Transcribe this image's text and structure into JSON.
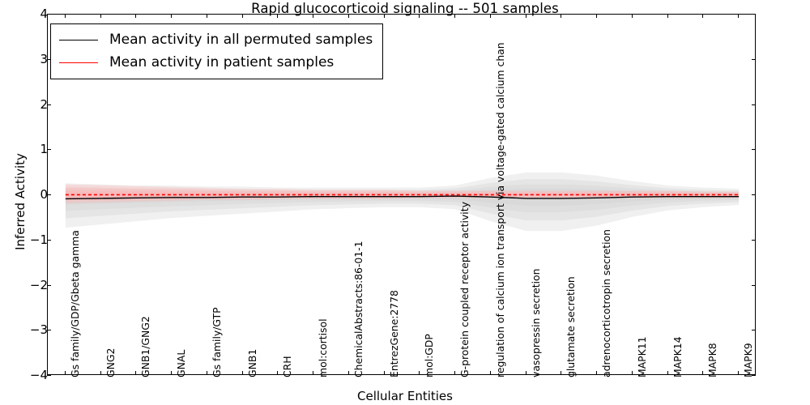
{
  "chart_data": {
    "type": "line",
    "title": "Rapid glucocorticoid signaling -- 501 samples",
    "xlabel": "Cellular Entities",
    "ylabel": "Inferred Activity",
    "ylim": [
      -4,
      4
    ],
    "yticks": [
      -4,
      -3,
      -2,
      -1,
      0,
      1,
      2,
      3,
      4
    ],
    "ytick_labels": [
      "−4",
      "−3",
      "−2",
      "−1",
      "0",
      "1",
      "2",
      "3",
      "4"
    ],
    "grid": false,
    "legend_position": "upper left",
    "legend": [
      {
        "label": "Mean activity in all permuted samples",
        "color": "#000000",
        "style": "solid"
      },
      {
        "label": "Mean activity in patient samples",
        "color": "#ff0000",
        "style": "solid"
      }
    ],
    "categories": [
      "Gs family/GDP/Gbeta gamma",
      "GNG2",
      "GNB1/GNG2",
      "GNAL",
      "Gs family/GTP",
      "GNB1",
      "CRH",
      "mol:cortisol",
      "ChemicalAbstracts:86-01-1",
      "EntrezGene:2778",
      "mol:GDP",
      "G-protein coupled receptor activity",
      "regulation of calcium ion transport via voltage-gated calcium chan",
      "vasopressin secretion",
      "glutamate secretion",
      "adrenocorticotropin secretion",
      "MAPK11",
      "MAPK14",
      "MAPK8",
      "MAPK9"
    ],
    "series": [
      {
        "name": "Mean activity in all permuted samples",
        "color": "#000000",
        "values": [
          -0.08,
          -0.07,
          -0.06,
          -0.05,
          -0.05,
          -0.04,
          -0.04,
          -0.03,
          -0.03,
          -0.03,
          -0.03,
          -0.02,
          -0.04,
          -0.07,
          -0.07,
          -0.06,
          -0.04,
          -0.03,
          -0.03,
          -0.03
        ],
        "band_lower": [
          -0.3,
          -0.27,
          -0.24,
          -0.21,
          -0.19,
          -0.17,
          -0.15,
          -0.13,
          -0.12,
          -0.11,
          -0.11,
          -0.13,
          -0.24,
          -0.33,
          -0.33,
          -0.28,
          -0.2,
          -0.14,
          -0.11,
          -0.09
        ],
        "band_upper": [
          0.11,
          0.1,
          0.09,
          0.09,
          0.08,
          0.08,
          0.07,
          0.07,
          0.07,
          0.07,
          0.07,
          0.09,
          0.16,
          0.21,
          0.21,
          0.18,
          0.13,
          0.09,
          0.07,
          0.06
        ],
        "band_color": "#cccccc"
      },
      {
        "name": "Mean activity in patient samples",
        "color": "#ff0000",
        "values": [
          0.01,
          0.01,
          0.01,
          0.01,
          0.01,
          0.01,
          0.01,
          0.01,
          0.01,
          0.01,
          0.01,
          0.01,
          0.01,
          0.01,
          0.01,
          0.01,
          0.01,
          0.01,
          0.01,
          0.01
        ],
        "band_lower": [
          -0.09,
          -0.08,
          -0.07,
          -0.06,
          -0.05,
          -0.05,
          -0.04,
          -0.04,
          -0.04,
          -0.04,
          -0.03,
          -0.03,
          -0.03,
          -0.03,
          -0.03,
          -0.03,
          -0.03,
          -0.03,
          -0.03,
          -0.03
        ],
        "band_upper": [
          0.12,
          0.11,
          0.1,
          0.09,
          0.08,
          0.07,
          0.07,
          0.06,
          0.06,
          0.06,
          0.05,
          0.05,
          0.05,
          0.05,
          0.05,
          0.05,
          0.05,
          0.05,
          0.04,
          0.04
        ],
        "band_color": "#ffb3b3"
      }
    ]
  }
}
